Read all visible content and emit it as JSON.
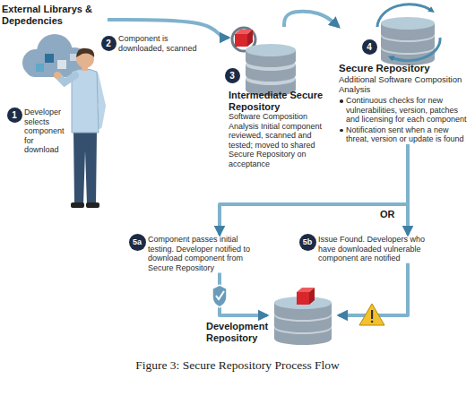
{
  "diagram": {
    "caption": "Figure 3: Secure Repository Process Flow",
    "nodes": [
      {
        "text": [
          "External Librarys & Depedencies"
        ]
      },
      {
        "text": [
          "Intermediate Secure Repository",
          "Software Composition Analysis Initial component reviewed, scanned and tested; moved to shared Secure Repository on acceptance"
        ]
      },
      {
        "text": [
          "Secure Repository",
          "Additional Software Composition Analysis",
          "Continuous checks for new vulnerabilities, version, patches and licensing for each component",
          "Notification sent when a new threat, version or update is found"
        ]
      },
      {
        "text": [
          "Component passes initial testing. Developer notified to download component from Secure Repository"
        ]
      },
      {
        "text": [
          "Issue Found. Developers who have downloaded vulnerable component are notified"
        ]
      },
      {
        "text": [
          "Development Repository"
        ]
      }
    ],
    "edges": [
      {
        "from": 0,
        "to": 1,
        "arrow": "to",
        "label": "Component is downloaded, scanned"
      },
      {
        "from": 1,
        "to": 2,
        "arrow": "to"
      },
      {
        "from": 2,
        "to": 3,
        "arrow": "to"
      },
      {
        "from": 2,
        "to": 4,
        "arrow": "to"
      },
      {
        "from": 3,
        "to": 5,
        "arrow": "to"
      },
      {
        "from": 4,
        "to": 5,
        "arrow": "to"
      }
    ],
    "labels": [
      "1",
      "Developer selects component for download",
      "2",
      "3",
      "4",
      "OR",
      "5a",
      "5b"
    ]
  }
}
